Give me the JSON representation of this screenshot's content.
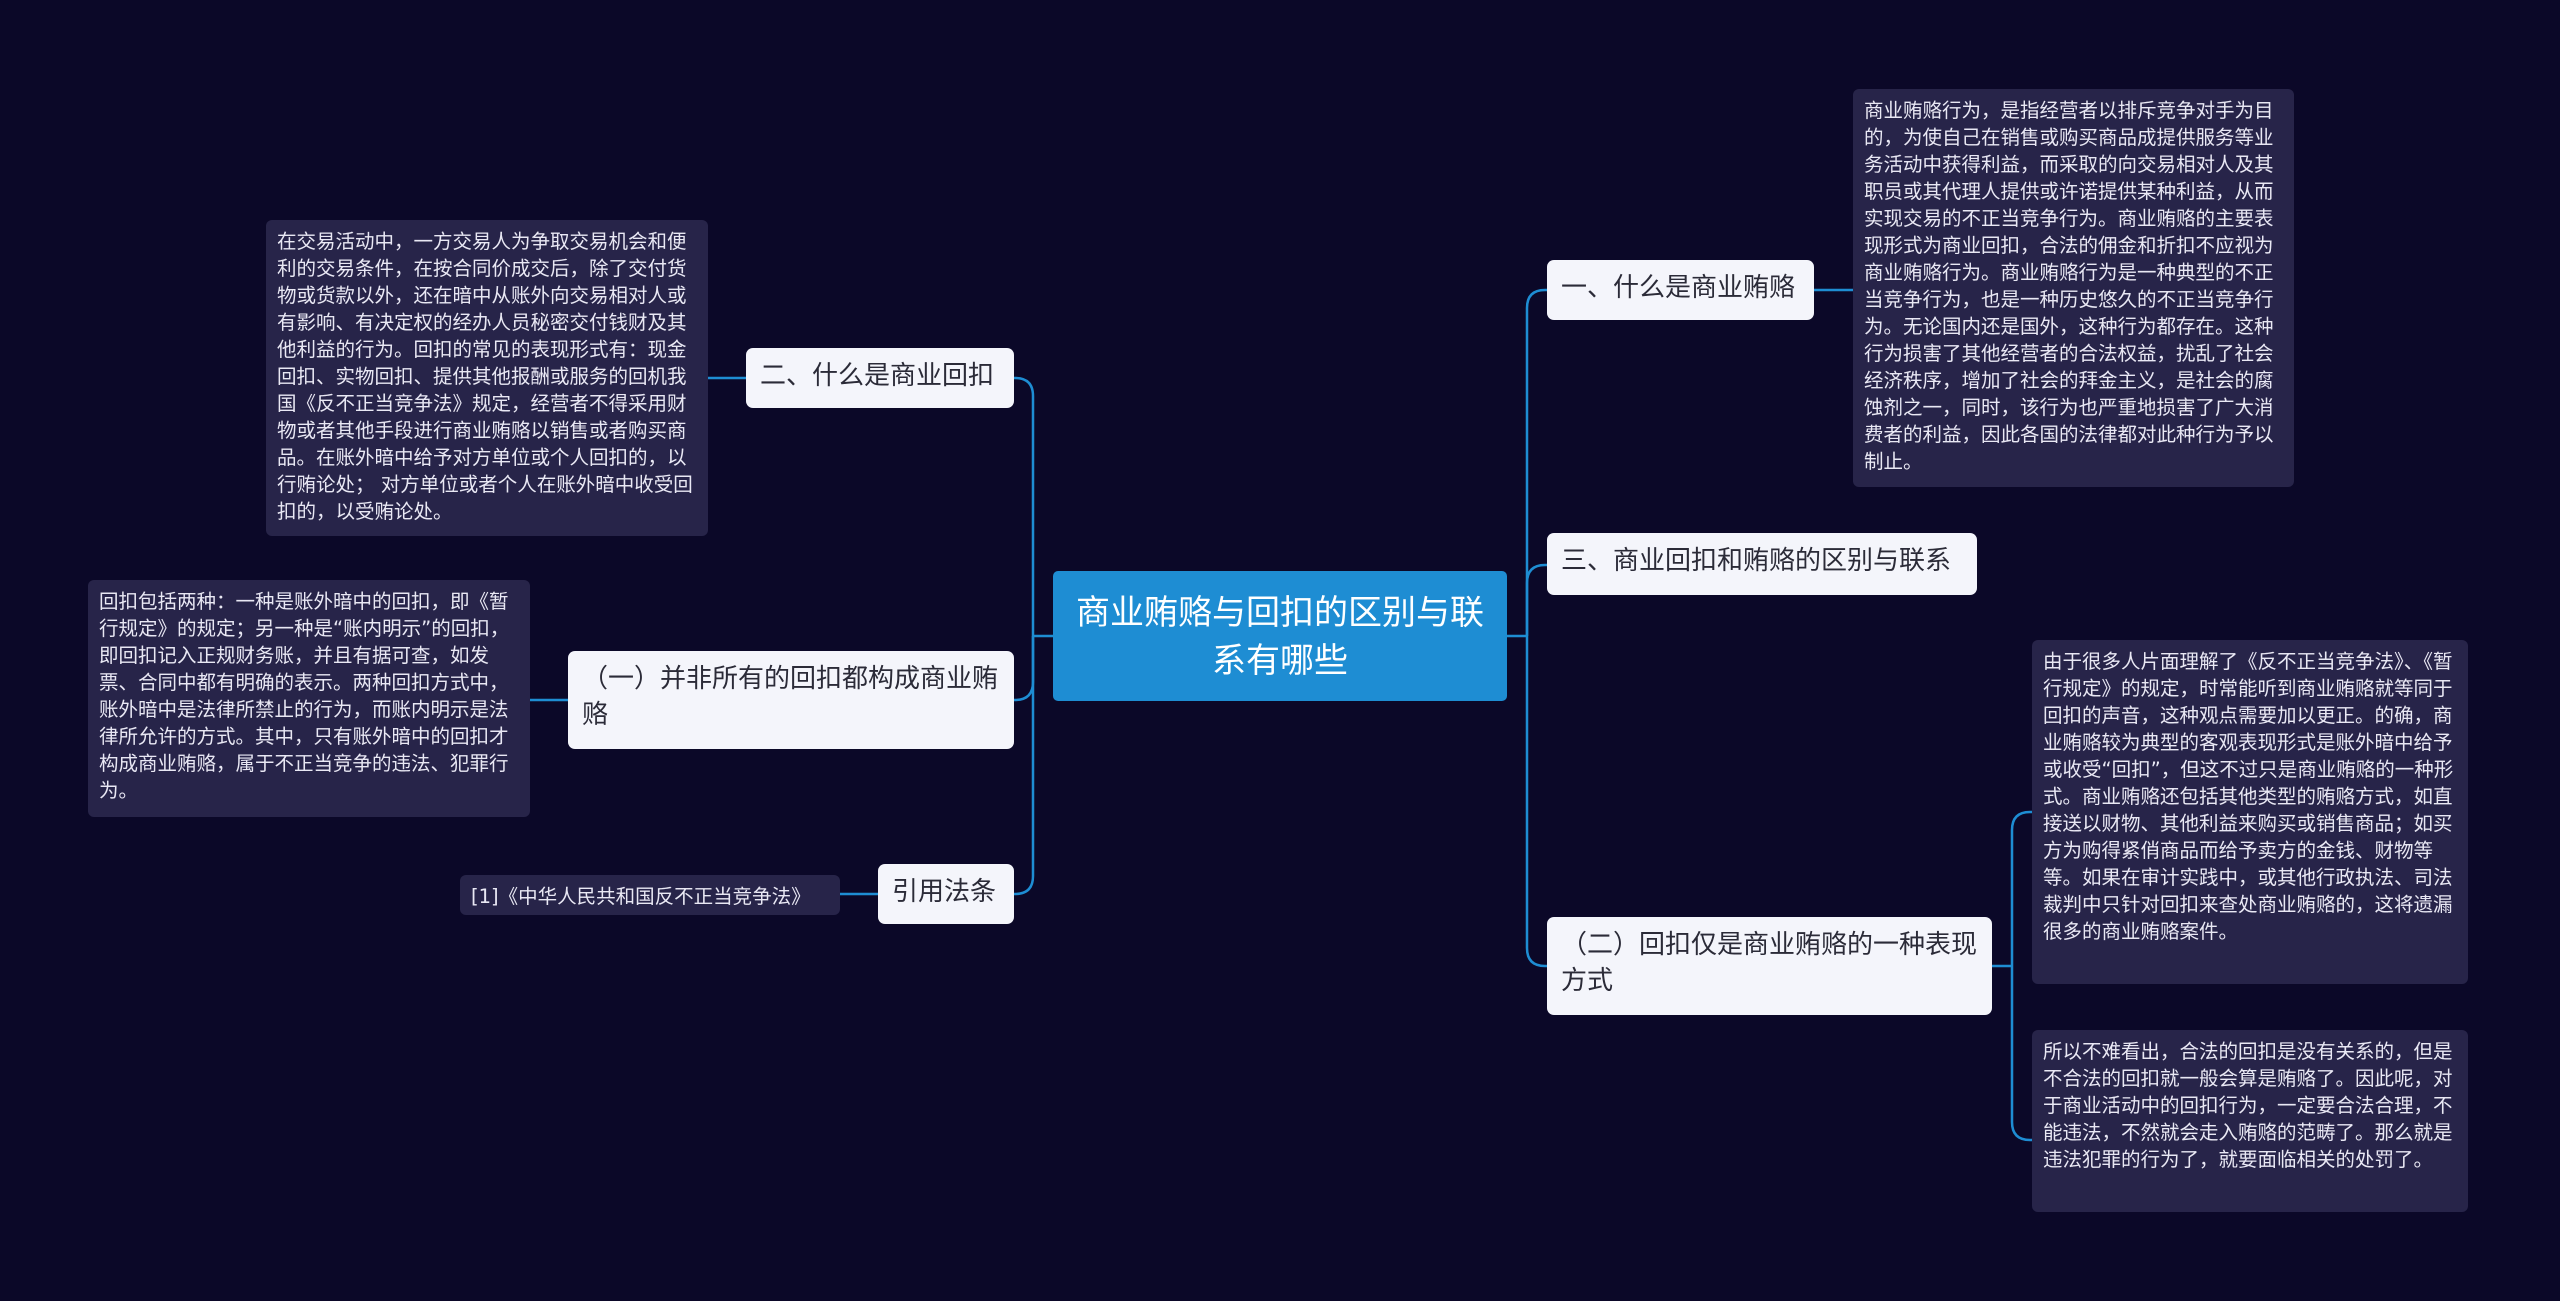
{
  "central": {
    "label": "商业贿赂与回扣的区别与联系有哪些"
  },
  "branches": {
    "b1": {
      "label": "一、什么是商业贿赂"
    },
    "b2": {
      "label": "二、什么是商业回扣"
    },
    "b3": {
      "label": "三、商业回扣和贿赂的区别与联系"
    },
    "b4": {
      "label": "（一）并非所有的回扣都构成商业贿赂"
    },
    "b5": {
      "label": "（二）回扣仅是商业贿赂的一种表现方式"
    },
    "b6": {
      "label": "引用法条"
    }
  },
  "leaves": {
    "l1": {
      "text": "商业贿赂行为，是指经营者以排斥竞争对手为目的，为使自己在销售或购买商品成提供服务等业务活动中获得利益，而采取的向交易相对人及其职员或其代理人提供或许诺提供某种利益，从而实现交易的不正当竞争行为。商业贿赂的主要表现形式为商业回扣，合法的佣金和折扣不应视为商业贿赂行为。商业贿赂行为是一种典型的不正当竞争行为，也是一种历史悠久的不正当竞争行为。无论国内还是国外，这种行为都存在。这种行为损害了其他经营者的合法权益，扰乱了社会经济秩序，增加了社会的拜金主义，是社会的腐蚀剂之一，同时，该行为也严重地损害了广大消费者的利益，因此各国的法律都对此种行为予以制止。"
    },
    "l2": {
      "text": "在交易活动中，一方交易人为争取交易机会和便利的交易条件，在按合同价成交后，除了交付货物或货款以外，还在暗中从账外向交易相对人或有影响、有决定权的经办人员秘密交付钱财及其他利益的行为。回扣的常见的表现形式有：现金回扣、实物回扣、提供其他报酬或服务的回机我国《反不正当竞争法》规定，经营者不得采用财物或者其他手段进行商业贿赂以销售或者购买商品。在账外暗中给予对方单位或个人回扣的，以行贿论处； 对方单位或者个人在账外暗中收受回扣的，以受贿论处。"
    },
    "l3": {
      "text": "回扣包括两种：一种是账外暗中的回扣，即《暂行规定》的规定；另一种是“账内明示”的回扣，即回扣记入正规财务账，并且有据可查，如发票、合同中都有明确的表示。两种回扣方式中，账外暗中是法律所禁止的行为，而账内明示是法律所允许的方式。其中，只有账外暗中的回扣才构成商业贿赂，属于不正当竞争的违法、犯罪行为。"
    },
    "l4": {
      "text": "[1]《中华人民共和国反不正当竞争法》"
    },
    "l5": {
      "text": "由于很多人片面理解了《反不正当竞争法》、《暂行规定》的规定，时常能听到商业贿赂就等同于回扣的声音，这种观点需要加以更正。的确，商业贿赂较为典型的客观表现形式是账外暗中给予或收受“回扣”，但这不过只是商业贿赂的一种形式。商业贿赂还包括其他类型的贿赂方式，如直接送以财物、其他利益来购买或销售商品；如买方为购得紧俏商品而给予卖方的金钱、财物等等。如果在审计实践中，或其他行政执法、司法裁判中只针对回扣来查处商业贿赂的，这将遗漏很多的商业贿赂案件。"
    },
    "l6": {
      "text": "所以不难看出，合法的回扣是没有关系的，但是不合法的回扣就一般会算是贿赂了。因此呢，对于商业活动中的回扣行为，一定要合法合理，不能违法，不然就会走入贿赂的范畴了。那么就是违法犯罪的行为了，就要面临相关的处罚了。"
    }
  },
  "colors": {
    "background": "#0b0828",
    "central": "#1e8dd3",
    "branch": "#f4f5fb",
    "leaf": "#272449",
    "connector": "#1e8dd3"
  }
}
